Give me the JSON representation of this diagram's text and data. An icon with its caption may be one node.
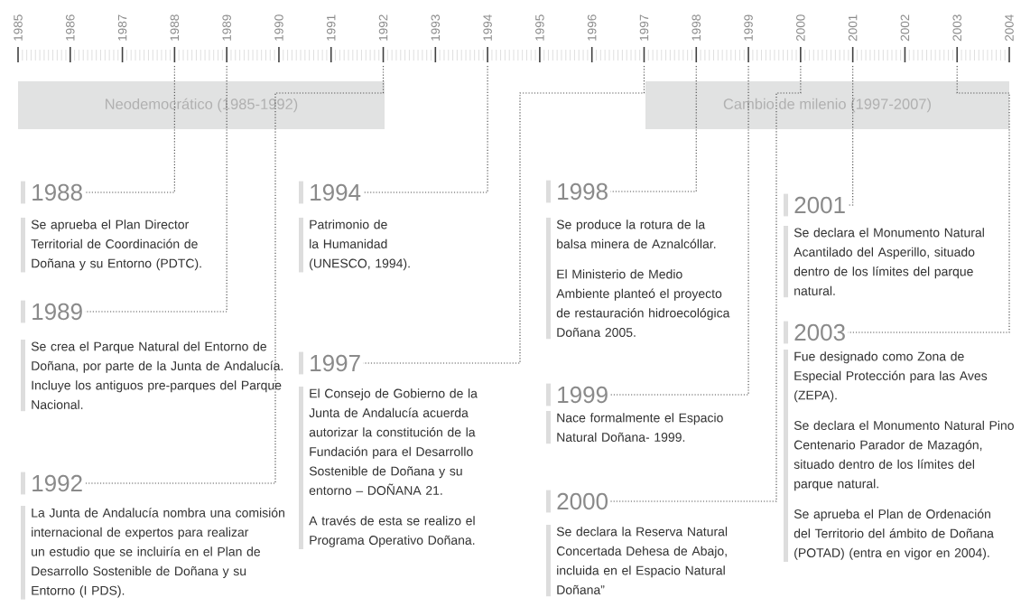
{
  "diagram": {
    "nodes": [
      {
        "text": [
          "1985"
        ]
      },
      {
        "text": [
          "1986"
        ]
      },
      {
        "text": [
          "1987"
        ]
      },
      {
        "text": [
          "1988"
        ]
      },
      {
        "text": [
          "1989"
        ]
      },
      {
        "text": [
          "1990"
        ]
      },
      {
        "text": [
          "1991"
        ]
      },
      {
        "text": [
          "1992"
        ]
      },
      {
        "text": [
          "1993"
        ]
      },
      {
        "text": [
          "1994"
        ]
      },
      {
        "text": [
          "1995"
        ]
      },
      {
        "text": [
          "1996"
        ]
      },
      {
        "text": [
          "1997"
        ]
      },
      {
        "text": [
          "1998"
        ]
      },
      {
        "text": [
          "1999"
        ]
      },
      {
        "text": [
          "2000"
        ]
      },
      {
        "text": [
          "2001"
        ]
      },
      {
        "text": [
          "2002"
        ]
      },
      {
        "text": [
          "2003"
        ]
      },
      {
        "text": [
          "2004"
        ]
      },
      {
        "text": [
          "1988",
          "Se aprueba el Plan Director Territorial de Coordinación de Doñana y su Entorno (PDTC)."
        ]
      },
      {
        "text": [
          "1989",
          "Se crea el Parque Natural del Entorno de Doñana, por parte de la Junta de Andalucía.",
          "Incluye los antiguos pre-parques del Parque Nacional."
        ]
      },
      {
        "text": [
          "1992",
          "La Junta de Andalucía nombra una comisión internacional de expertos para realizar un estudio que se incluiría en el Plan de Desarrollo Sostenible de Doñana y su Entorno (I PDS)."
        ]
      },
      {
        "text": [
          "1994",
          "Patrimonio de la Humanidad (UNESCO, 1994)."
        ]
      },
      {
        "text": [
          "1997",
          "El Consejo de Gobierno de la Junta de Andalucía acuerda autorizar la constitución de la Fundación para el Desarrollo Sostenible de Doñana y su entorno – DOÑANA 21.",
          "A través de esta se realizo el Programa Operativo Doñana."
        ]
      },
      {
        "text": [
          "1998",
          "Se produce la rotura de la balsa minera de Aznalcóllar.",
          "El Ministerio de Medio Ambiente planteó el proyecto de restauración hidroecológica Doñana 2005."
        ]
      },
      {
        "text": [
          "1999",
          "Nace formalmente el Espacio Natural Doñana- 1999."
        ]
      },
      {
        "text": [
          "2000",
          "Se declara la Reserva Natural Concertada Dehesa de Abajo, incluida en el Espacio Natural Doñana”"
        ]
      },
      {
        "text": [
          "2001",
          "Se declara el Monumento Natural Acantilado del Asperillo, situado dentro de los límites del parque natural."
        ]
      },
      {
        "text": [
          "2003",
          "Fue designado como Zona de Especial Protección para las Aves (ZEPA).",
          "Se declara el Monumento Natural Pino Centenario Parador de Mazagón, situado dentro de los límites del parque natural.",
          "Se aprueba el Plan de Ordenación del Territorio del ámbito de Doñana (POTAD) (entra en vigor en 2004)."
        ]
      }
    ],
    "edges": [
      {
        "from": 3,
        "to": 20,
        "arrow": "none"
      },
      {
        "from": 4,
        "to": 21,
        "arrow": "none"
      },
      {
        "from": 7,
        "to": 22,
        "arrow": "none"
      },
      {
        "from": 9,
        "to": 23,
        "arrow": "none"
      },
      {
        "from": 12,
        "to": 24,
        "arrow": "none"
      },
      {
        "from": 13,
        "to": 25,
        "arrow": "none"
      },
      {
        "from": 14,
        "to": 26,
        "arrow": "none"
      },
      {
        "from": 15,
        "to": 27,
        "arrow": "none"
      },
      {
        "from": 16,
        "to": 28,
        "arrow": "none"
      },
      {
        "from": 18,
        "to": 29,
        "arrow": "none"
      }
    ],
    "labels": [
      "Neodemocrático (1985-1992)",
      "Cambio de milenio (1997-2007)"
    ]
  }
}
